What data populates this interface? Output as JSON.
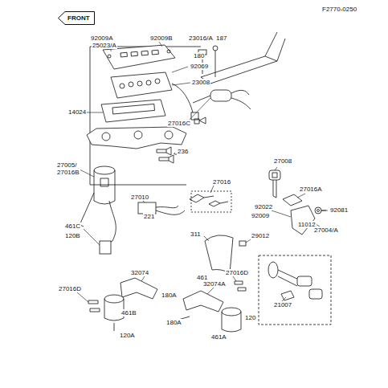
{
  "diagram": {
    "nodes": [
      {
        "text": [
          "FRONT"
        ]
      }
    ],
    "labels": [
      "F2770-0250",
      "92009A",
      "92009B",
      "25023/A",
      "23016/A",
      "187",
      "180",
      "92069",
      "23008",
      "14024",
      "27016C",
      "236",
      "27005/",
      "27016B",
      "27016",
      "27008",
      "27010",
      "221",
      "27016A",
      "92081",
      "92022",
      "92009",
      "11012",
      "27004/A",
      "461C",
      "120B",
      "311",
      "461",
      "29012",
      "32074",
      "32074A",
      "27016D",
      "27016D",
      "180A",
      "461B",
      "120A",
      "180A",
      "120",
      "461A",
      "21007"
    ]
  }
}
